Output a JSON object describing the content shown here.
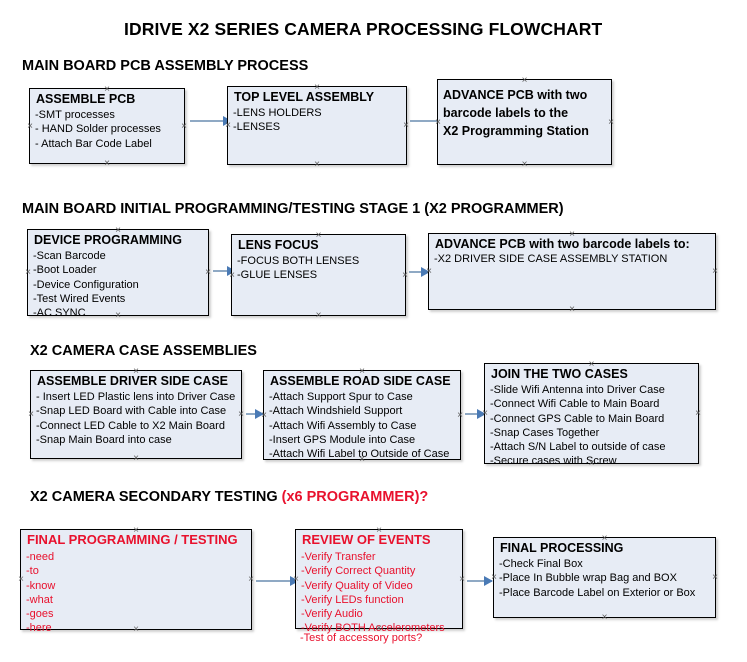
{
  "document": {
    "title": "IDRIVE X2  SERIES CAMERA PROCESSING FLOWCHART"
  },
  "sections": [
    {
      "id": "main-board-pcb-assembly",
      "heading": "MAIN BOARD PCB ASSEMBLY PROCESS",
      "heading_accent": "",
      "nodes": [
        {
          "id": "assemble-pcb",
          "title": "ASSEMBLE PCB",
          "lines": [
            "-SMT processes",
            "- HAND Solder processes",
            "- Attach Bar Code Label"
          ]
        },
        {
          "id": "top-level-assembly",
          "title": "TOP LEVEL ASSEMBLY",
          "lines": [
            "-LENS HOLDERS",
            "-LENSES"
          ]
        },
        {
          "id": "advance-pcb-programming-station",
          "title": "ADVANCE PCB with two",
          "lines": [
            "barcode labels to the",
            " X2 Programming Station"
          ]
        }
      ]
    },
    {
      "id": "main-board-initial-programming",
      "heading": "MAIN BOARD INITIAL PROGRAMMING/TESTING STAGE 1 (X2 PROGRAMMER)",
      "heading_accent": "",
      "nodes": [
        {
          "id": "device-programming",
          "title": "DEVICE PROGRAMMING",
          "lines": [
            "-Scan Barcode",
            "-Boot Loader",
            "-Device Configuration",
            "-Test Wired Events",
            "-AC SYNC"
          ]
        },
        {
          "id": "lens-focus",
          "title": "LENS FOCUS",
          "lines": [
            "-FOCUS BOTH LENSES",
            "-GLUE LENSES"
          ]
        },
        {
          "id": "advance-pcb-driver-side-station",
          "title": "ADVANCE PCB with two barcode labels to:",
          "lines": [
            "-X2 DRIVER  SIDE  CASE  ASSEMBLY STATION"
          ]
        }
      ]
    },
    {
      "id": "x2-camera-case-assemblies",
      "heading": "X2 CAMERA CASE ASSEMBLIES",
      "heading_accent": "",
      "nodes": [
        {
          "id": "assemble-driver-side-case",
          "title": "ASSEMBLE DRIVER SIDE CASE",
          "lines": [
            "- Insert LED Plastic lens into Driver Case",
            "-Snap LED Board with Cable into Case",
            "-Connect LED Cable to X2 Main Board",
            "-Snap Main Board into case"
          ]
        },
        {
          "id": "assemble-road-side-case",
          "title": "ASSEMBLE ROAD SIDE CASE",
          "lines": [
            "-Attach Support Spur to Case",
            "-Attach Windshield Support",
            "-Attach Wifi Assembly to Case",
            "-Insert GPS Module into Case",
            "-Attach Wifi Label to Outside of Case"
          ]
        },
        {
          "id": "join-the-two-cases",
          "title": "JOIN THE TWO CASES",
          "lines": [
            "-Slide Wifi Antenna into Driver Case",
            "-Connect Wifi Cable to Main Board",
            "-Connect GPS Cable to Main Board",
            "-Snap Cases Together",
            "-Attach S/N Label to outside of case",
            "-Secure cases with Screw"
          ]
        }
      ]
    },
    {
      "id": "x2-camera-secondary-testing",
      "heading": "X2 CAMERA SECONDARY TESTING ",
      "heading_accent": "(x6 PROGRAMMER)?",
      "nodes": [
        {
          "id": "final-programming-testing",
          "title": "FINAL PROGRAMMING / TESTING",
          "lines": [
            "-need",
            "-to",
            "-know",
            "-what",
            "-goes",
            "-here"
          ]
        },
        {
          "id": "review-of-events",
          "title": "REVIEW OF EVENTS",
          "lines": [
            "-Verify Transfer",
            "-Verify Correct Quantity",
            "-Verify Quality of Video",
            "-Verify LEDs function",
            "-Verify Audio",
            "-Verify BOTH Accelerometers"
          ],
          "overflow_line": "-Test of accessory ports?"
        },
        {
          "id": "final-processing",
          "title": "FINAL PROCESSING",
          "lines": [
            " -Check Final Box",
            "-Place In Bubble wrap Bag and BOX",
            "-Place Barcode Label on Exterior or Box"
          ]
        }
      ]
    }
  ],
  "colors": {
    "node_fill": "#e7ecf5",
    "node_border": "#000000",
    "connector": "#8fa9c4",
    "arrowhead": "#4a7ab5",
    "accent_red": "#e8112d",
    "text": "#000000",
    "background": "#ffffff"
  }
}
